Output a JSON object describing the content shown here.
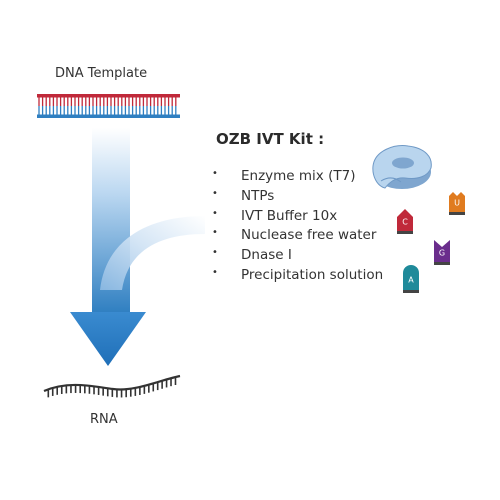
{
  "diagram": {
    "dna_label": "DNA Template",
    "rna_label": "RNA",
    "kit_title": "OZB IVT Kit :",
    "bullet_symbol": "•",
    "kit_items": [
      "Enzyme mix (T7)",
      "NTPs",
      "IVT Buffer 10x",
      "Nuclease free water",
      "Dnase I",
      "Precipitation solution"
    ],
    "nucleotides": [
      {
        "letter": "U",
        "color": "#e07b1f",
        "icon": "nucleotide-u-icon"
      },
      {
        "letter": "C",
        "color": "#c0293a",
        "icon": "nucleotide-c-icon"
      },
      {
        "letter": "G",
        "color": "#6a2d8c",
        "icon": "nucleotide-g-icon"
      },
      {
        "letter": "A",
        "color": "#1f8a9a",
        "icon": "nucleotide-a-icon"
      }
    ],
    "colors": {
      "dna_strand_top": "#c0293a",
      "dna_strand_bottom": "#2f7fc1",
      "arrow_blue": "#2f7fc1",
      "enzyme_blue": "#9cc3e6"
    }
  }
}
